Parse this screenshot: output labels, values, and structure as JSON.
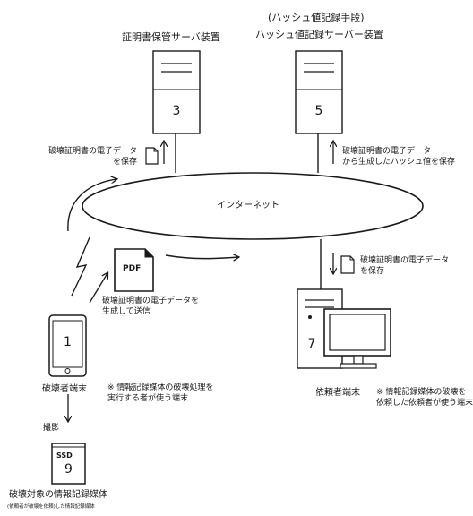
{
  "nodes": {
    "server3": {
      "title": "証明書保管サーバ装置",
      "number": "3"
    },
    "server5": {
      "title_note": "(ハッシュ値記録手段)",
      "title": "ハッシュ値記録サーバー装置",
      "number": "5"
    },
    "internet": {
      "label": "インターネット"
    },
    "terminal1": {
      "number": "1",
      "label": "破壊者端末",
      "note": "※ 情報記録媒体の破壊処理を\n実行する者が使う端末"
    },
    "terminal7": {
      "number": "7",
      "label": "依頼者端末",
      "note": "※ 情報記録媒体の破壊を\n依頼した依頼者が使う端末"
    },
    "ssd9": {
      "badge": "SSD",
      "number": "9",
      "label": "破壊対象の情報記録媒体",
      "sublabel": "(依頼者が破壊を依頼)した情報記録媒体"
    },
    "pdf": {
      "label": "PDF"
    }
  },
  "annotations": {
    "save_to_3": "破壊証明書の電子データ\nを保存",
    "save_hash_5": "破壊証明書の電子データ\nから生成したハッシュ値を保存",
    "save_to_7": "破壊証明書の電子データ\nを保存",
    "generate_send": "破壊証明書の電子データを\n生成して送信",
    "photograph": "撮影"
  }
}
